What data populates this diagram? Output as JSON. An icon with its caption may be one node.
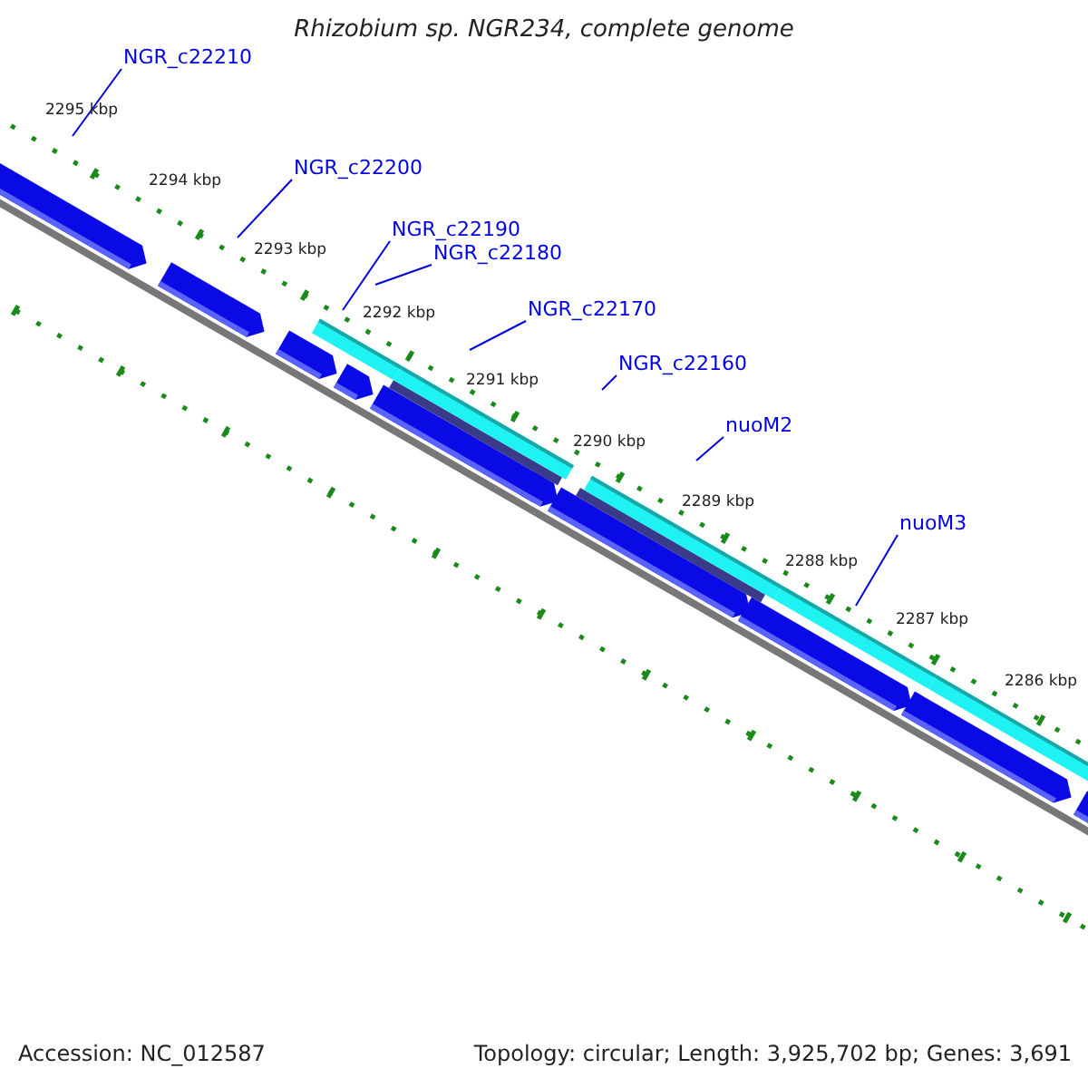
{
  "diagram": {
    "title": "Rhizobium sp. NGR234, complete genome",
    "nodes": [
      {
        "text": [
          "NGR_c22210"
        ]
      },
      {
        "text": [
          "NGR_c22200"
        ]
      },
      {
        "text": [
          "NGR_c22190"
        ]
      },
      {
        "text": [
          "NGR_c22180"
        ]
      },
      {
        "text": [
          "NGR_c22170"
        ]
      },
      {
        "text": [
          "NGR_c22160"
        ]
      },
      {
        "text": [
          "nuoM2"
        ]
      },
      {
        "text": [
          "nuoM3"
        ]
      }
    ],
    "edges": [
      {
        "from": 0,
        "to": null,
        "arrow": "none"
      },
      {
        "from": 1,
        "to": null,
        "arrow": "none"
      },
      {
        "from": 2,
        "to": null,
        "arrow": "none"
      },
      {
        "from": 3,
        "to": null,
        "arrow": "none"
      },
      {
        "from": 4,
        "to": null,
        "arrow": "none"
      },
      {
        "from": 5,
        "to": null,
        "arrow": "none"
      },
      {
        "from": 6,
        "to": null,
        "arrow": "none"
      },
      {
        "from": 7,
        "to": null,
        "arrow": "none"
      }
    ],
    "labels": [
      "2295 kbp",
      "2294 kbp",
      "2293 kbp",
      "2292 kbp",
      "2291 kbp",
      "2290 kbp",
      "2289 kbp",
      "2288 kbp",
      "2287 kbp",
      "2286 kbp",
      "Accession: NC_012587",
      "Topology: circular; Length: 3,925,702 bp; Genes: 3,691"
    ]
  }
}
